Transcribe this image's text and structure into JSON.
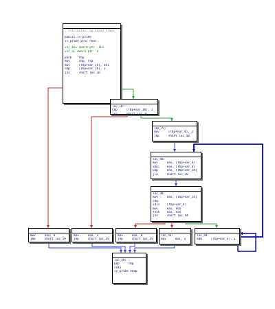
{
  "graph": {
    "edge_colors": {
      "true_branch": "#22aa22",
      "false_branch": "#cc2222",
      "unconditional": "#3344cc",
      "loop_back": "#0000cc"
    },
    "blocks": [
      {
        "id": "entry",
        "lines": [
          {
            "t": "; Attributes: bp-based frame",
            "k": "cmt"
          },
          {
            "t": "",
            "k": "blank"
          },
          {
            "t": "public is_prime",
            "k": "lbl"
          },
          {
            "t": "is_prime proc near",
            "k": "lbl"
          },
          {
            "t": "",
            "k": "blank"
          },
          {
            "t": "var_1h= dword ptr -1Ch",
            "k": "var"
          },
          {
            "t": "var_4= dword ptr -4",
            "k": "var"
          },
          {
            "t": "",
            "k": "blank"
          },
          {
            "t": "push    rbp",
            "k": "ins"
          },
          {
            "t": "mov     rbp, rsp",
            "k": "ins"
          },
          {
            "t": "mov     [rbp+var_1h], edi",
            "k": "ins"
          },
          {
            "t": "cmp     [rbp+var_1h], 1",
            "k": "ins"
          },
          {
            "t": "jnz     short loc_1b",
            "k": "ins"
          }
        ]
      },
      {
        "id": "loc_1b",
        "lines": [
          {
            "t": "loc_1b:",
            "k": "lbl"
          },
          {
            "t": "cmp     [rbp+var_1h], 2",
            "k": "ins"
          },
          {
            "t": "jnz     short loc_27",
            "k": "ins"
          }
        ]
      },
      {
        "id": "loc_27",
        "lines": [
          {
            "t": "loc_27:",
            "k": "lbl"
          },
          {
            "t": "mov     [rbp+var_4], 2",
            "k": "ins"
          },
          {
            "t": "jmp     short loc_40",
            "k": "ins"
          }
        ]
      },
      {
        "id": "loc_40",
        "lines": [
          {
            "t": "loc_40:",
            "k": "lbl"
          },
          {
            "t": "mov     eax, [rbp+var_4]",
            "k": "ins"
          },
          {
            "t": "imul    eax, [rbp+var_4]",
            "k": "ins"
          },
          {
            "t": "cmp     eax, [rbp+var_1h]",
            "k": "ins"
          },
          {
            "t": "jle     short loc_30",
            "k": "ins"
          }
        ]
      },
      {
        "id": "loc_30",
        "lines": [
          {
            "t": "loc_30:",
            "k": "lbl"
          },
          {
            "t": "mov     eax, [rbp+var_1h]",
            "k": "ins"
          },
          {
            "t": "cdq",
            "k": "ins"
          },
          {
            "t": "idiv    [rbp+var_4]",
            "k": "ins"
          },
          {
            "t": "mov     eax, edx",
            "k": "ins"
          },
          {
            "t": "test    eax, eax",
            "k": "ins"
          },
          {
            "t": "jnz     short loc_44",
            "k": "ins"
          }
        ]
      },
      {
        "id": "ret0_a",
        "lines": [
          {
            "t": "mov     eax, 0",
            "k": "ins"
          },
          {
            "t": "jmp     short loc_59",
            "k": "ins"
          }
        ]
      },
      {
        "id": "ret1_a",
        "lines": [
          {
            "t": "mov     eax, 1",
            "k": "ins"
          },
          {
            "t": "jmp     short loc_59",
            "k": "ins"
          }
        ]
      },
      {
        "id": "ret0_b",
        "lines": [
          {
            "t": "mov     eax, 0",
            "k": "ins"
          },
          {
            "t": "jmp     short loc_59",
            "k": "ins"
          }
        ]
      },
      {
        "id": "loc_54",
        "lines": [
          {
            "t": "loc_54:",
            "k": "lbl"
          },
          {
            "t": "mov     eax, 1",
            "k": "ins"
          }
        ]
      },
      {
        "id": "loc_44",
        "lines": [
          {
            "t": "loc_44:",
            "k": "lbl"
          },
          {
            "t": "add     [rbp+var_4], 1",
            "k": "ins"
          }
        ]
      },
      {
        "id": "loc_59",
        "lines": [
          {
            "t": "loc_59:",
            "k": "lbl"
          },
          {
            "t": "pop     rbp",
            "k": "ins"
          },
          {
            "t": "retn",
            "k": "ins"
          },
          {
            "t": "is_prime endp",
            "k": "lbl"
          }
        ]
      }
    ]
  }
}
